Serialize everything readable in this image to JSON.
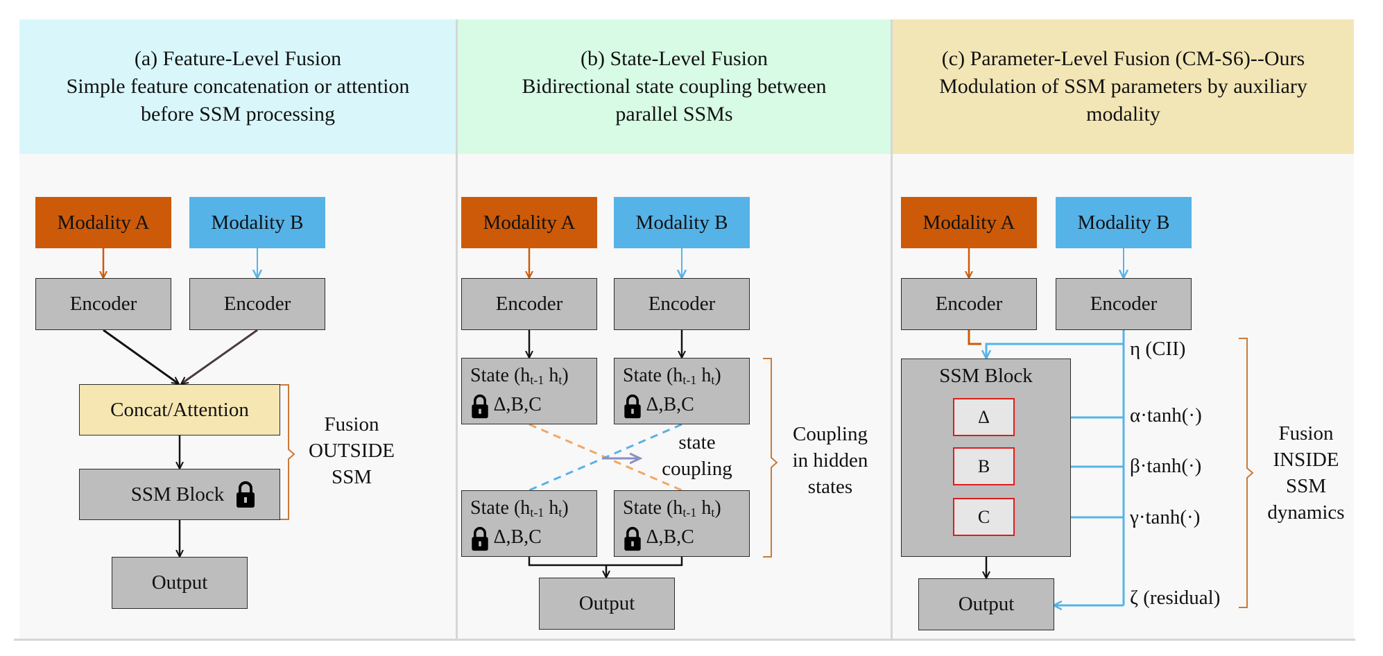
{
  "panels": [
    {
      "title": "(a) Feature-Level Fusion",
      "subtitle_line1": "Simple feature concatenation or attention",
      "subtitle_line2": "before SSM processing",
      "header_color": "#d9f7fb",
      "modality_a": "Modality A",
      "modality_b": "Modality B",
      "encoder": "Encoder",
      "fusion_block": "Concat/Attention",
      "ssm_block": "SSM Block",
      "output": "Output",
      "bracket_label": [
        "Fusion",
        "OUTSIDE",
        "SSM"
      ]
    },
    {
      "title": "(b) State-Level Fusion",
      "subtitle_line1": "Bidirectional state coupling between",
      "subtitle_line2": "parallel SSMs",
      "header_color": "#d7fbe4",
      "modality_a": "Modality A",
      "modality_b": "Modality B",
      "encoder": "Encoder",
      "state_prefix": "State (h",
      "sub_prev": "t-1",
      "mid_h": " h",
      "sub_t": "t",
      "state_suffix": ")",
      "params": "Δ,B,C",
      "coupling_label": [
        "state",
        "coupling"
      ],
      "output": "Output",
      "bracket_label": [
        "Coupling",
        "in hidden",
        "states"
      ]
    },
    {
      "title": "(c) Parameter-Level Fusion (CM-S6)--Ours",
      "subtitle_line1": "Modulation of SSM parameters by auxiliary",
      "subtitle_line2": "modality",
      "header_color": "#f3e6b6",
      "modality_a": "Modality A",
      "modality_b": "Modality B",
      "encoder": "Encoder",
      "ssm_block": "SSM Block",
      "param_delta": "Δ",
      "param_b": "B",
      "param_c": "C",
      "eta": "η (CII)",
      "alpha": "α·tanh(·)",
      "beta": "β·tanh(·)",
      "gamma": "γ·tanh(·)",
      "zeta": "ζ (residual)",
      "output": "Output",
      "bracket_label": [
        "Fusion",
        "INSIDE",
        "SSM",
        "dynamics"
      ]
    }
  ],
  "colors": {
    "modality_a": "#cc5a08",
    "modality_b": "#55b3e8",
    "block_gray": "#bdbdbd",
    "concat": "#f6e6b2",
    "bracket": "#c77a3a",
    "param_border": "#e01b1b"
  }
}
